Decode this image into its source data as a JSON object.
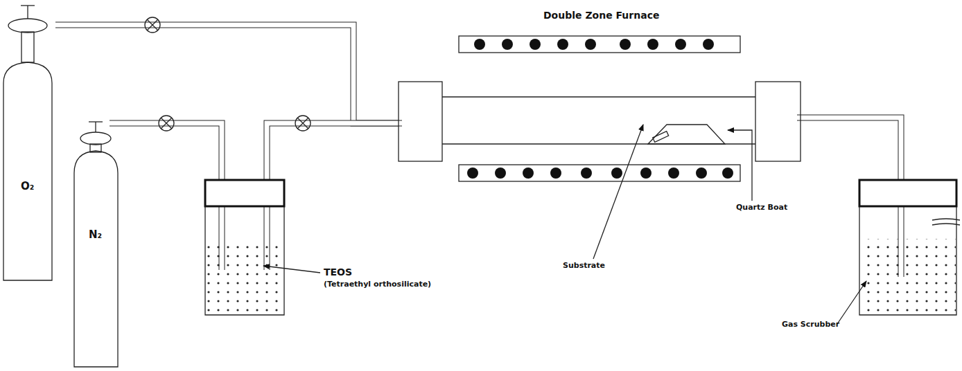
{
  "diagram": {
    "nodes": [
      {
        "text": [
          "O₂"
        ]
      },
      {
        "text": [
          "N₂"
        ]
      },
      {
        "text": [
          "Double Zone Furnace"
        ]
      }
    ],
    "edges": [
      {
        "from": 0,
        "to": 2,
        "arrow": "none"
      }
    ],
    "labels": [
      "TEOS",
      "(Tetraethyl orthosilicate)",
      "Substrate",
      "Quartz Boat",
      "Gas Scrubber"
    ]
  }
}
